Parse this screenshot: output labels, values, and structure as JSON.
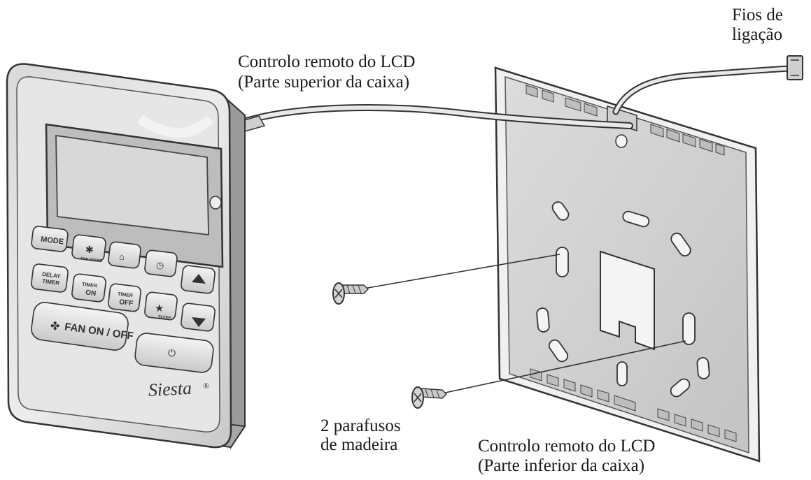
{
  "labels": {
    "wires_line1": "Fios de",
    "wires_line2": "ligação",
    "top_line1": "Controlo remoto do LCD",
    "top_line2": "(Parte superior da caixa)",
    "screws_line1": "2 parafusos",
    "screws_line2": "de madeira",
    "bottom_line1": "Controlo remoto do LCD",
    "bottom_line2": "(Parte inferior da caixa)"
  },
  "buttons": {
    "mode": "MODE",
    "fan_speed": "FAN SPEED",
    "delay_timer_1": "DELAY",
    "delay_timer_2": "TIMER",
    "timer_on_1": "TIMER",
    "timer_on_2": "ON",
    "timer_off_1": "TIMER",
    "timer_off_2": "OFF",
    "sleep": "SLEEP",
    "fan_on_off": "FAN ON / OFF"
  },
  "brand": "Siesta",
  "brand_mark": "®"
}
